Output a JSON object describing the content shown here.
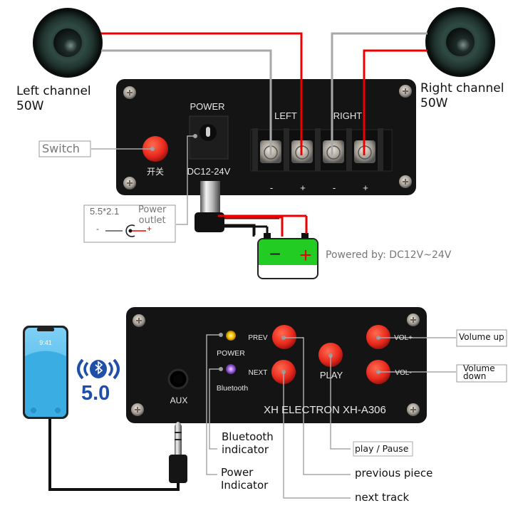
{
  "top_diagram": {
    "left_speaker": {
      "label_line1": "Left channel",
      "label_line2": "50W"
    },
    "right_speaker": {
      "label_line1": "Right channel",
      "label_line2": "50W"
    },
    "panel": {
      "power_label": "POWER",
      "dc_label": "DC12-24V",
      "switch_cn_label": "开关",
      "left_label": "LEFT",
      "right_label": "RIGHT",
      "terminal_polarity": [
        "-",
        "+",
        "-",
        "+"
      ]
    },
    "switch_callout": "Switch",
    "power_outlet_callout": {
      "size": "5.5*2.1",
      "line1": "Power",
      "line2": "outlet",
      "minus": "-",
      "plus": "+"
    },
    "battery": {
      "minus": "−",
      "plus": "+"
    },
    "powered_by": "Powered by:  DC12V~24V"
  },
  "bottom_diagram": {
    "phone": {
      "time": "9:41"
    },
    "bluetooth_version": "5.0",
    "panel": {
      "aux_label": "AUX",
      "power_led_label": "POWER",
      "bt_led_label": "Bluetooth",
      "prev_label": "PREV",
      "next_label": "NEXT",
      "play_label": "PLAY",
      "vol_up_label": "VOL+",
      "vol_down_label": "VOL-",
      "brand": "XH ELECTRON  XH-A306"
    },
    "callouts": {
      "volume_up": "Volume up",
      "volume_down_1": "Volume",
      "volume_down_2": "down",
      "bt_indicator_1": "Bluetooth",
      "bt_indicator_2": "indicator",
      "power_indicator_1": "Power",
      "power_indicator_2": "Indicator",
      "play_pause": "play / Pause",
      "previous_piece": "previous piece",
      "next_track": "next track"
    }
  },
  "colors": {
    "wire_red": "#ee0000",
    "wire_gray": "#a8a8a8",
    "button_red": "#e8281c",
    "battery_green": "#22cc22",
    "panel": "#141414",
    "bt_blue": "#1f4fa8"
  }
}
